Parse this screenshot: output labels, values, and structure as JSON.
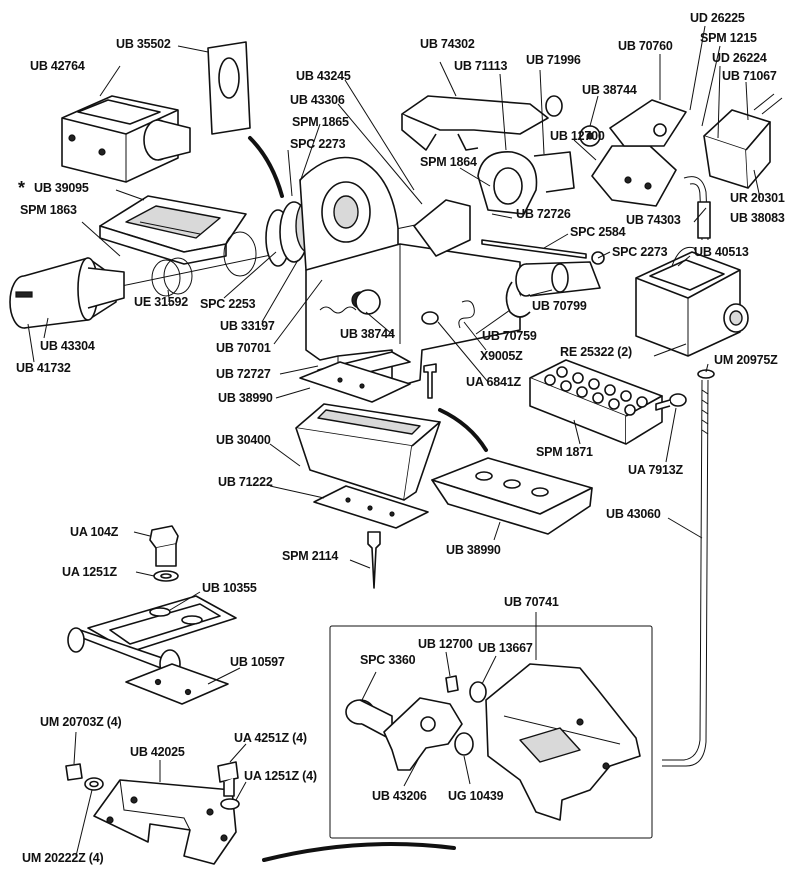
{
  "labels": {
    "ub42764": "UB 42764",
    "ub35502": "UB 35502",
    "ub74302": "UB 74302",
    "ub71113": "UB 71113",
    "ub71996": "UB 71996",
    "ub70760": "UB 70760",
    "ud26225": "UD 26225",
    "spm1215": "SPM 1215",
    "ud26224": "UD 26224",
    "ub71067": "UB 71067",
    "ub43245": "UB 43245",
    "ub43306": "UB 43306",
    "spm1865": "SPM 1865",
    "spc2273a": "SPC 2273",
    "ub38744a": "UB 38744",
    "ub12700a": "UB 12700",
    "spm1864": "SPM 1864",
    "ub39095": "UB 39095",
    "ub39095_mark": "*",
    "ur20301": "UR 20301",
    "ub72726": "UB 72726",
    "ub74303": "UB 74303",
    "ub38083": "UB 38083",
    "spm1863": "SPM 1863",
    "spc2584": "SPC 2584",
    "spc2273b": "SPC 2273",
    "ub40513": "UB 40513",
    "spc2253": "SPC 2253",
    "ue31592": "UE 31592",
    "ub33197": "UB 33197",
    "ub70799": "UB 70799",
    "ub70701": "UB 70701",
    "ub38744b": "UB 38744",
    "ub70759": "UB 70759",
    "ub43304": "UB 43304",
    "ub41732": "UB 41732",
    "x9005z": "X9005Z",
    "re25322": "RE 25322 (2)",
    "ub72727": "UB 72727",
    "ua6841z": "UA 6841Z",
    "um20975z": "UM 20975Z",
    "ub38990a": "UB 38990",
    "ub30400": "UB 30400",
    "spm1871": "SPM 1871",
    "ua7913z": "UA 7913Z",
    "ub71222": "UB 71222",
    "ub43060": "UB 43060",
    "ub38990b": "UB 38990",
    "spm2114": "SPM 2114",
    "ua104z": "UA 104Z",
    "ua1251z_a": "UA 1251Z",
    "ub10355": "UB 10355",
    "ub70741": "UB 70741",
    "ub10597": "UB 10597",
    "ub12700b": "UB 12700",
    "ub13667": "UB 13667",
    "spc3360": "SPC 3360",
    "um20703z": "UM 20703Z (4)",
    "ua4251z": "UA 4251Z (4)",
    "ub42025": "UB 42025",
    "ua1251z_b": "UA 1251Z (4)",
    "ub43206": "UB 43206",
    "ug10439": "UG 10439",
    "um20222z": "UM 20222Z (4)"
  }
}
